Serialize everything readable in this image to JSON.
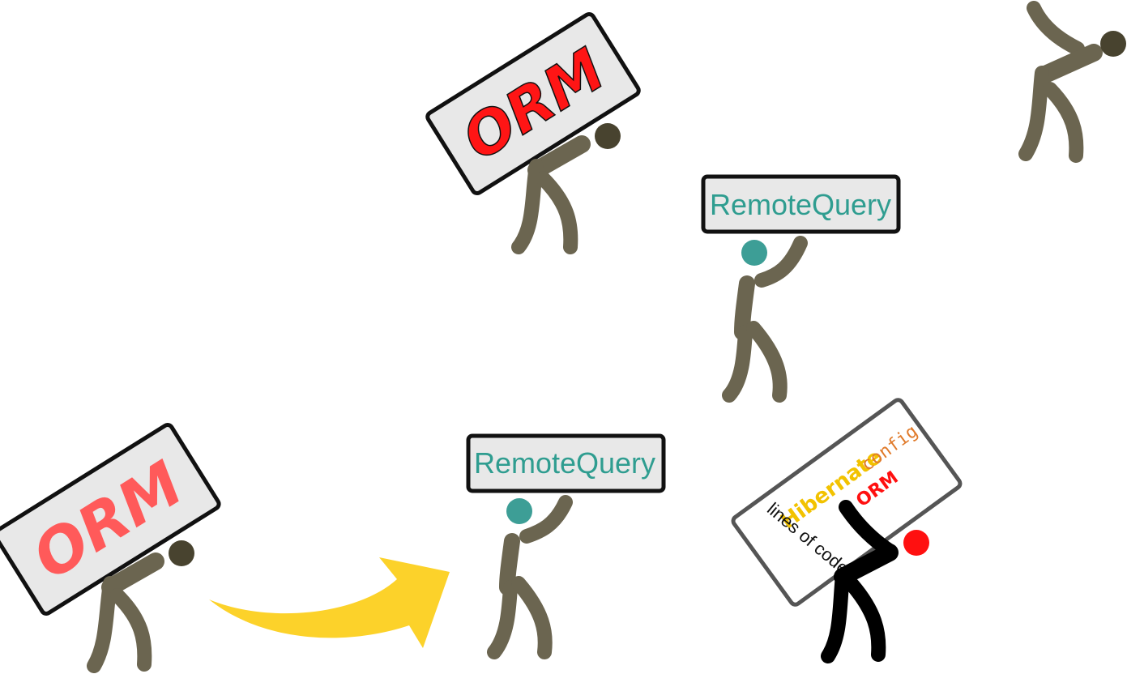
{
  "colors": {
    "figure": "#6b6550",
    "head_dark": "#48432f",
    "head_teal": "#3d9e96",
    "head_red": "#ff1010",
    "sign_fill": "#e8e8e8",
    "sign_border": "#111111",
    "orm_red": "#ff1515",
    "orm_light_red": "#ff5a5a",
    "remote_teal": "#2f9d90",
    "arrow_yellow": "#fcd22a",
    "hibernate_yellow": "#f2c200",
    "config_orange": "#e07a2a"
  },
  "signs": {
    "orm_top": "ORM",
    "orm_left": "ORM",
    "remote_mid": "RemoteQuery",
    "remote_bottom": "RemoteQuery",
    "crowded": {
      "hibernate": "Hibernate",
      "config": "config",
      "orm": "ORM",
      "lines": "lines of code"
    }
  },
  "icons": {
    "arrow": "curved-arrow-icon",
    "figure": "stick-figure-icon"
  }
}
